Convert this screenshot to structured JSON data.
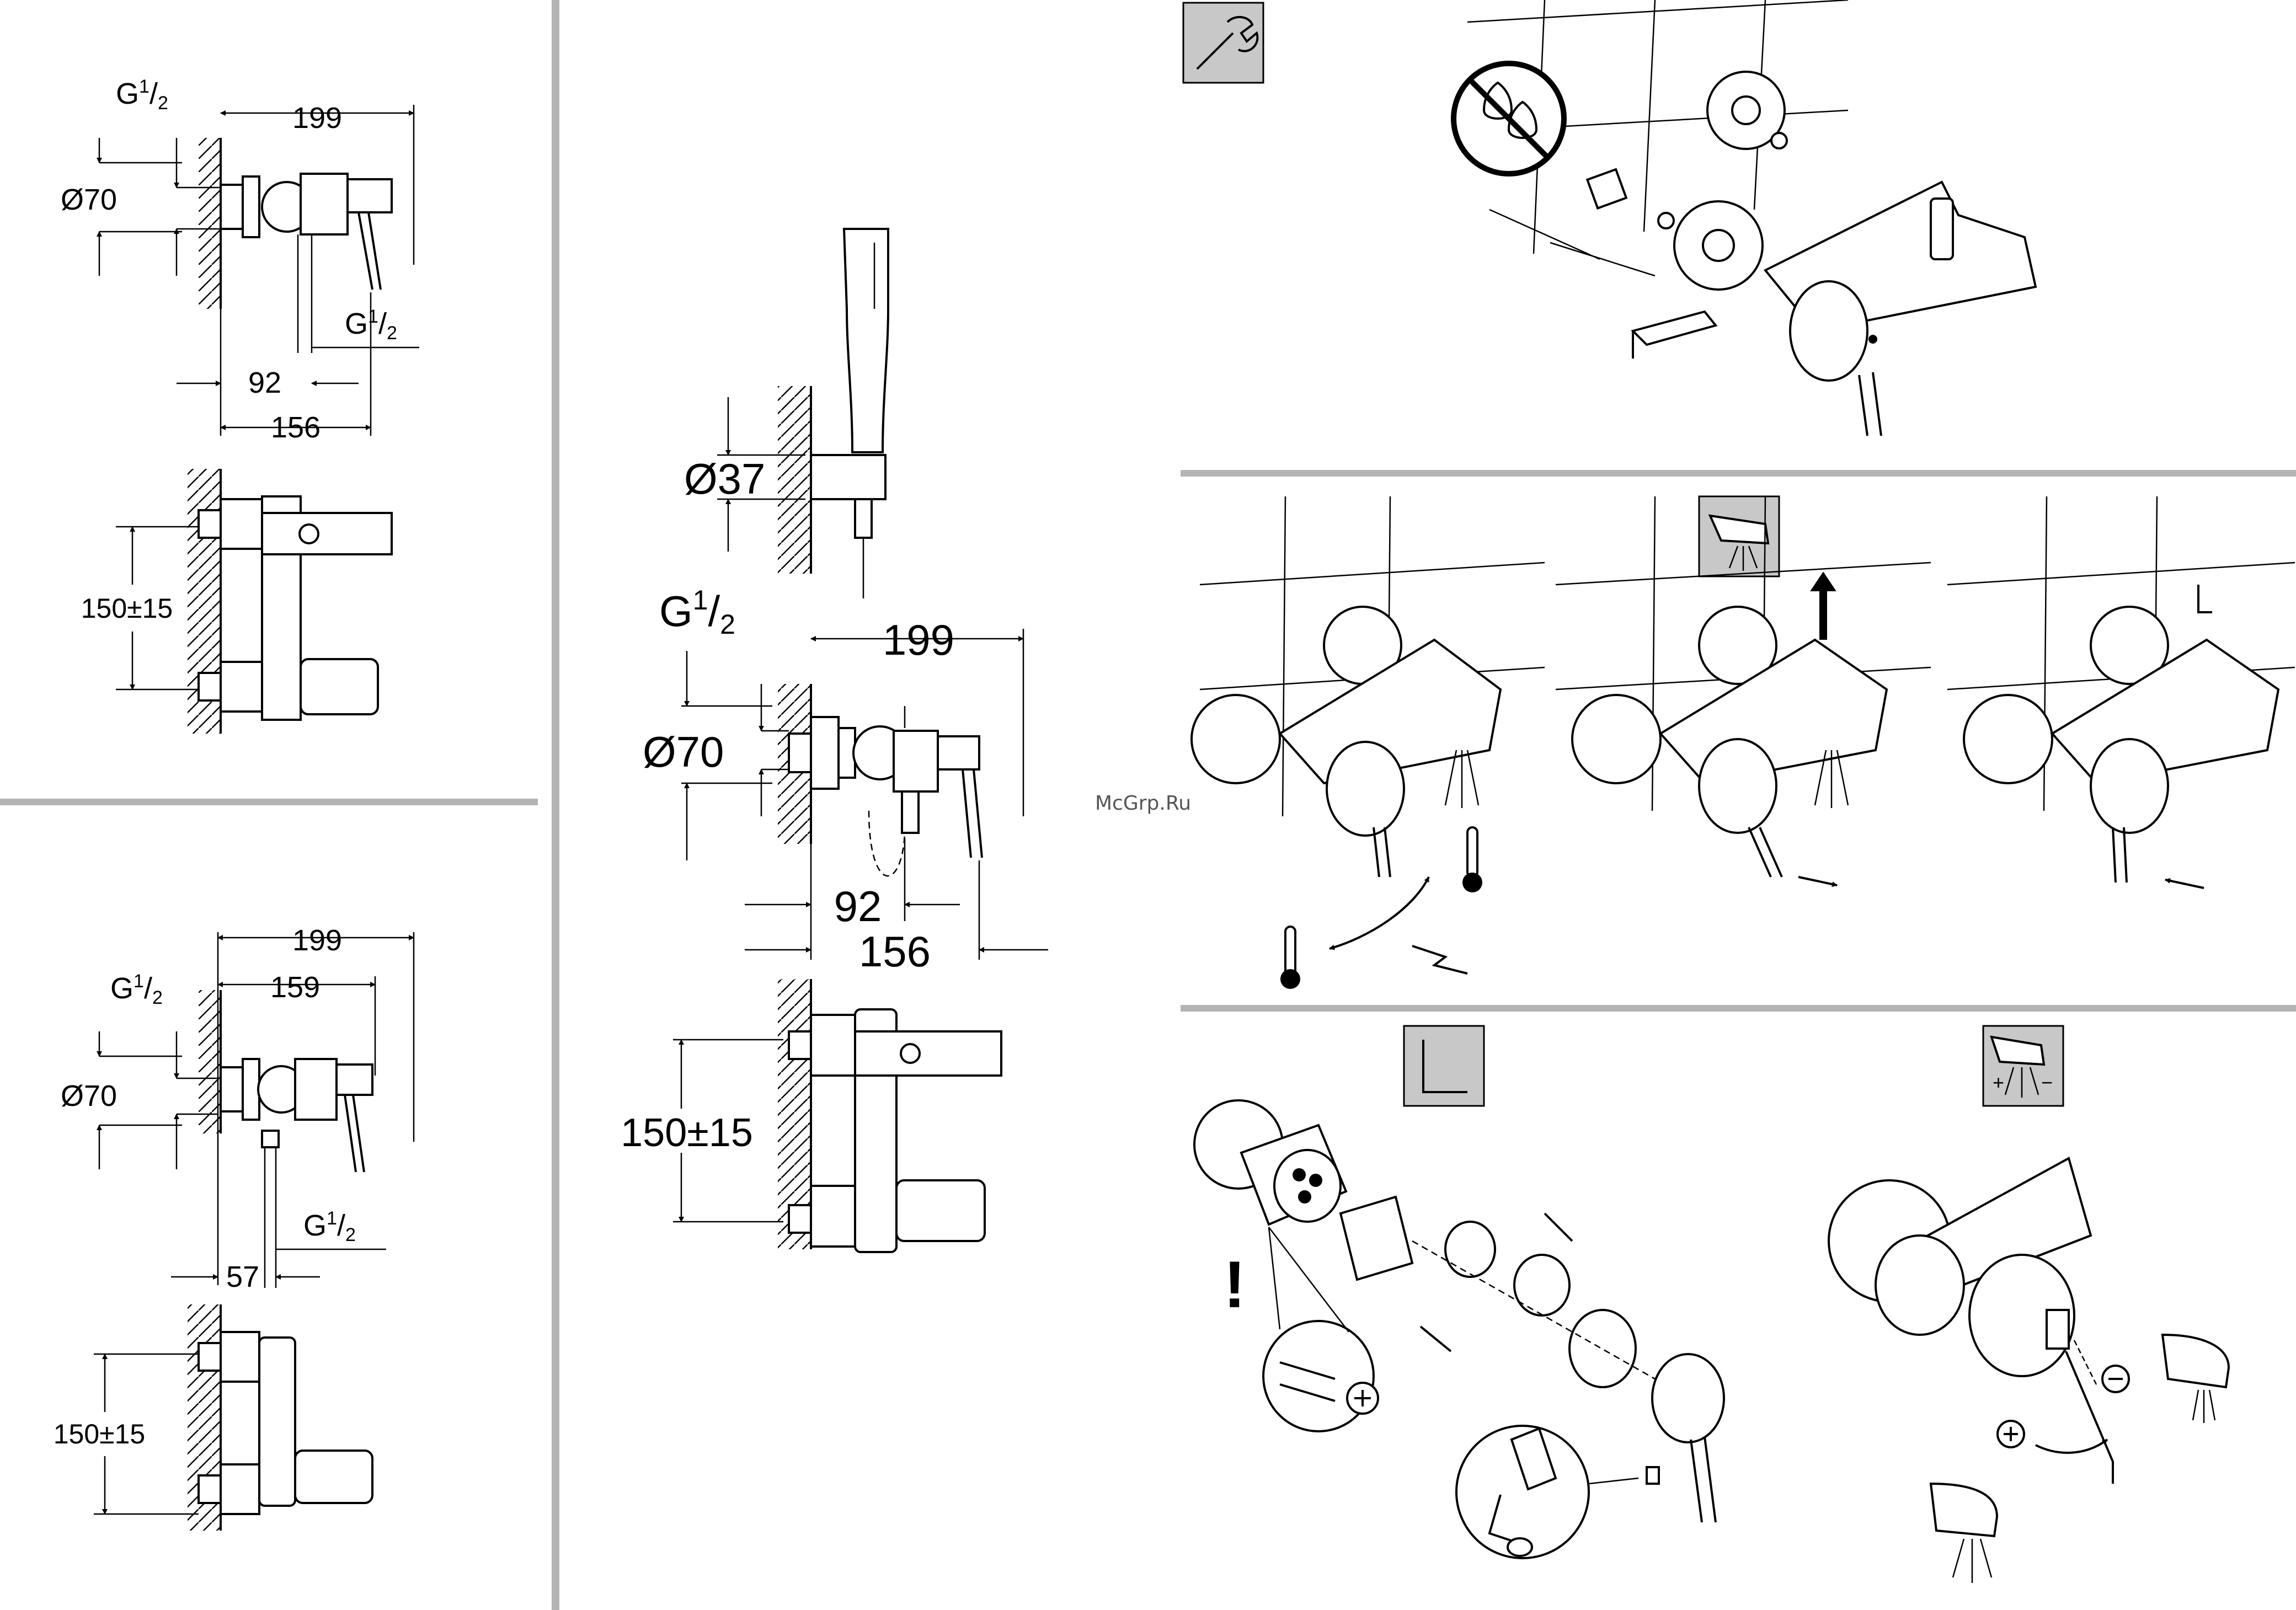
{
  "colors": {
    "divider": "#b4b4b4",
    "line": "#000000",
    "badge": "#c8c8c8",
    "background": "#ffffff"
  },
  "panelA": {
    "thread_top": "G",
    "thread_top_sup": "1",
    "thread_top_sub": "2",
    "width_total": "199",
    "diameter": "Ø70",
    "thread_bottom": "G",
    "thread_bottom_sup": "1",
    "thread_bottom_sub": "2",
    "offset": "92",
    "depth": "156",
    "spacing": "150±15"
  },
  "panelB": {
    "width_total": "199",
    "thread_top": "G",
    "thread_top_sup": "1",
    "thread_top_sub": "2",
    "width_inner": "159",
    "diameter": "Ø70",
    "thread_bottom": "G",
    "thread_bottom_sup": "1",
    "thread_bottom_sub": "2",
    "offset": "57",
    "spacing": "150±15"
  },
  "panelC": {
    "holder_diameter": "Ø37",
    "thread_top": "G",
    "thread_top_sup": "1",
    "thread_top_sub": "2",
    "width_total": "199",
    "diameter": "Ø70",
    "offset": "92",
    "depth": "156",
    "spacing": "150±15"
  },
  "watermark": "McGrp.Ru",
  "steps": {
    "install": {
      "badge_icon": "wrench-icon",
      "prohibit_icon": "no-sealant-icon"
    },
    "operate": {
      "badge_icon": "spout-icon"
    },
    "cartridge": {
      "badge_icon": "hex-key-icon",
      "warning": "!"
    },
    "limiter": {
      "badge_icon": "spout-plus-minus-icon",
      "plus": "+",
      "minus": "−"
    }
  }
}
